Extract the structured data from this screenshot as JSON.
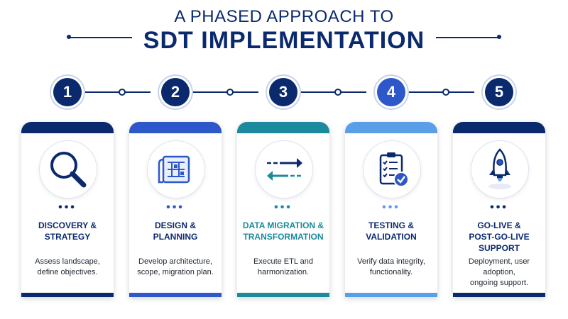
{
  "header": {
    "title_line1": "A PHASED APPROACH TO",
    "title_line2": "SDT IMPLEMENTATION"
  },
  "colors": {
    "navy": "#0b2a6e",
    "blue": "#2e57c9",
    "teal": "#1a8a9c",
    "light_blue": "#5b9ee8",
    "dark_navy": "#0b2a6e"
  },
  "phases": [
    {
      "number": "1",
      "title_line1": "DISCOVERY &",
      "title_line2": "STRATEGY",
      "desc_line1": "Assess landscape,",
      "desc_line2": "define objectives.",
      "icon": "magnifying-glass-icon",
      "accent": "#0b2a6e"
    },
    {
      "number": "2",
      "title_line1": "DESIGN &",
      "title_line2": "PLANNING",
      "desc_line1": "Develop architecture,",
      "desc_line2": "scope, migration plan.",
      "icon": "blueprint-icon",
      "accent": "#2e57c9"
    },
    {
      "number": "3",
      "title_line1": "DATA MIGRATION &",
      "title_line2": "TRANSFORMATION",
      "desc_line1": "Execute ETL and",
      "desc_line2": "harmonization.",
      "icon": "transfer-arrows-icon",
      "accent": "#1a8a9c"
    },
    {
      "number": "4",
      "title_line1": "TESTING &",
      "title_line2": "VALIDATION",
      "desc_line1": "Verify data integrity,",
      "desc_line2": "functionality.",
      "icon": "clipboard-check-icon",
      "accent": "#5b9ee8"
    },
    {
      "number": "5",
      "title_line1": "GO-LIVE &",
      "title_line2": "POST-GO-LIVE SUPPORT",
      "desc_line1": "Deployment, user adoption,",
      "desc_line2": "ongoing support.",
      "icon": "rocket-icon",
      "accent": "#0b2a6e"
    }
  ]
}
